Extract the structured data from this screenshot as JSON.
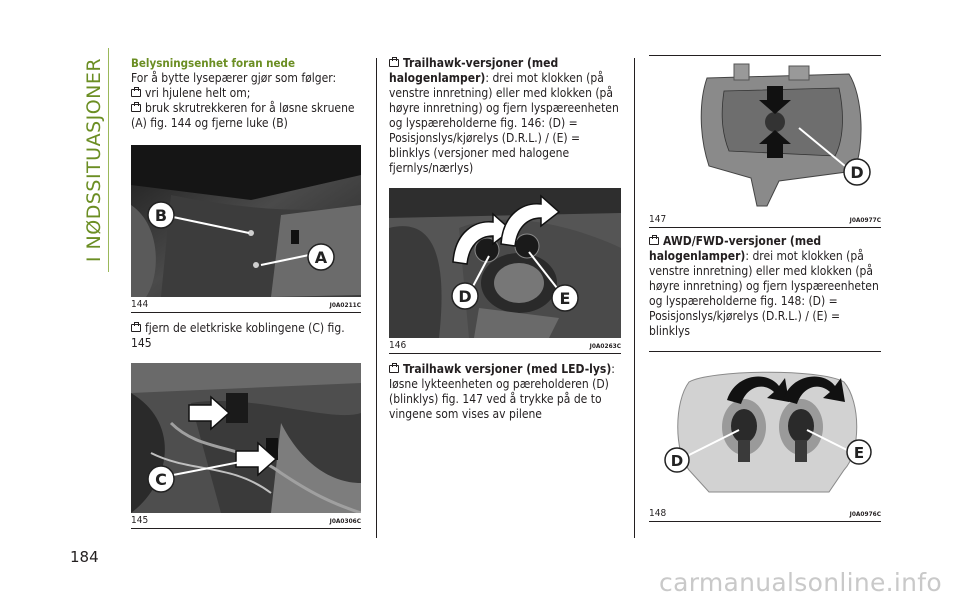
{
  "sidebar": {
    "title": "I NØDSSITUASJONER"
  },
  "page": {
    "number": "184"
  },
  "col1": {
    "heading": "Belysningsenhet foran nede",
    "intro": "For å bytte lysepærer gjør som følger:",
    "step1": "vri hjulene helt om;",
    "step2": "bruk skrutrekkeren for å løsne skruene (A) fig. 144 og fjerne luke (B)",
    "fig1": {
      "num": "144",
      "code": "J0A0211C",
      "labels": [
        "B",
        "A"
      ]
    },
    "step3": "fjern de eletkriske koblingene (C) fig. 145",
    "fig2": {
      "num": "145",
      "code": "J0A0306C",
      "labels": [
        "C"
      ]
    }
  },
  "col2": {
    "item1_bold": "Trailhawk-versjoner (med halogenlamper)",
    "item1_text": ": drei mot klokken (på venstre innretning) eller med klokken (på høyre innretning) og fjern lyspæreenheten og lyspæreholderne fig. 146: (D) = Posisjonslys/kjørelys (D.R.L.) / (E) = blinklys (versjoner med halogene fjernlys/nærlys)",
    "fig3": {
      "num": "146",
      "code": "J0A0263C",
      "labels": [
        "D",
        "E"
      ]
    },
    "item2_bold": "Trailhawk versjoner (med LED-lys)",
    "item2_text": ": Iøsne lykteenheten og pæreholderen (D) (blinklys) fig. 147 ved å trykke på de to vingene som vises av pilene"
  },
  "col3": {
    "fig4": {
      "num": "147",
      "code": "J0A0977C",
      "labels": [
        "D"
      ]
    },
    "item3_bold": "AWD/FWD-versjoner (med halogenlamper)",
    "item3_text": ": drei mot klokken (på venstre innretning) eller med klokken (på høyre innretning) og fjern lyspæreenheten og lyspæreholderne fig. 148: (D) = Posisjonslys/kjørelys (D.R.L.) / (E) = blinklys",
    "fig5": {
      "num": "148",
      "code": "J0A0976C",
      "labels": [
        "D",
        "E"
      ]
    }
  },
  "watermark": "carmanualsonline.info"
}
